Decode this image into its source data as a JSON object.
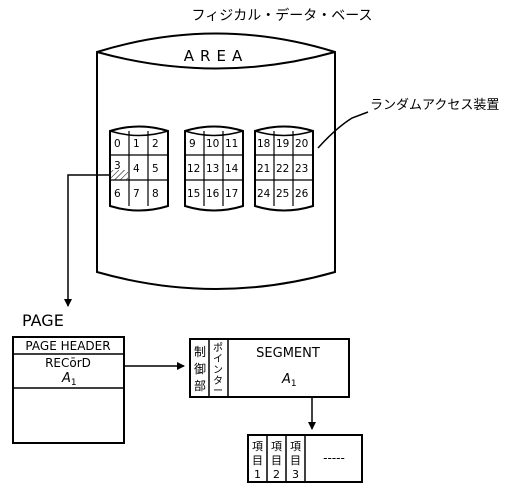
{
  "title": "フィジカル・データ・ベース",
  "area_label": "AREA",
  "random_access_label": "ランダムアクセス装置",
  "disk_groups": [
    [
      "0",
      "1",
      "2",
      "3",
      "4",
      "5",
      "6",
      "7",
      "8"
    ],
    [
      "9",
      "10",
      "11",
      "12",
      "13",
      "14",
      "15",
      "16",
      "17"
    ],
    [
      "18",
      "19",
      "20",
      "21",
      "22",
      "23",
      "24",
      "25",
      "26"
    ]
  ],
  "page": {
    "label": "PAGE",
    "header": "PAGE HEADER",
    "record_line1": "RECōrD",
    "record_line2": "A",
    "record_sub": "1"
  },
  "segment": {
    "control": [
      "制",
      "御",
      "部"
    ],
    "pointer": [
      "ポ",
      "イ",
      "ン",
      "タ",
      "ー"
    ],
    "title": "SEGMENT",
    "name": "A",
    "name_sub": "1"
  },
  "items": [
    {
      "chars": [
        "項",
        "目"
      ],
      "num": "1"
    },
    {
      "chars": [
        "項",
        "目"
      ],
      "num": "2"
    },
    {
      "chars": [
        "項",
        "目"
      ],
      "num": "3"
    }
  ],
  "items_ellipsis": "-----"
}
